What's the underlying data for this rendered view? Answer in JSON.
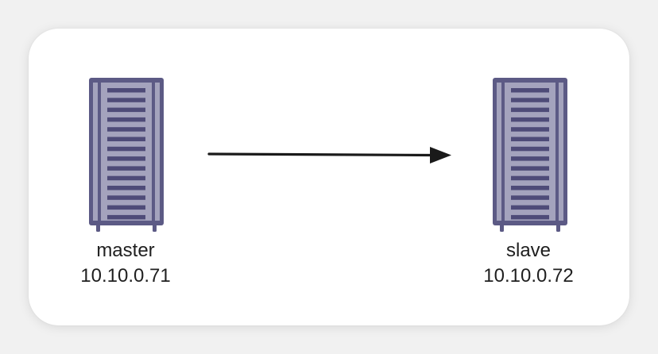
{
  "nodes": [
    {
      "role": "master",
      "ip": "10.10.0.71",
      "icon": "server-rack-icon"
    },
    {
      "role": "slave",
      "ip": "10.10.0.72",
      "icon": "server-rack-icon"
    }
  ],
  "edges": [
    {
      "from": "master",
      "to": "slave",
      "style": "solid-arrow"
    }
  ],
  "colors": {
    "background": "#f1f1f1",
    "card": "#ffffff",
    "server_frame": "#5c5a85",
    "server_panel": "#a4a3bd",
    "server_slot": "#4e4b78",
    "arrow": "#1a1a1a",
    "text": "#1f1f1f"
  }
}
